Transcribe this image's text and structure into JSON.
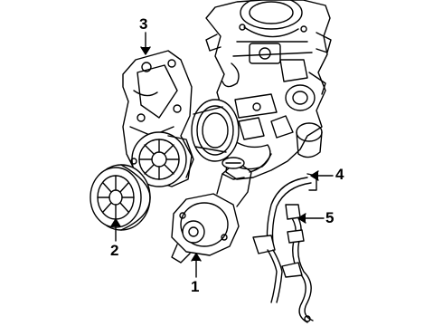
{
  "callouts": [
    {
      "label": "1",
      "part": "power-steering-pump"
    },
    {
      "label": "2",
      "part": "pulley"
    },
    {
      "label": "3",
      "part": "mounting-bracket"
    },
    {
      "label": "4",
      "part": "pressure-hose"
    },
    {
      "label": "5",
      "part": "return-hose"
    }
  ],
  "colors": {
    "line": "#000000",
    "background": "#ffffff"
  }
}
